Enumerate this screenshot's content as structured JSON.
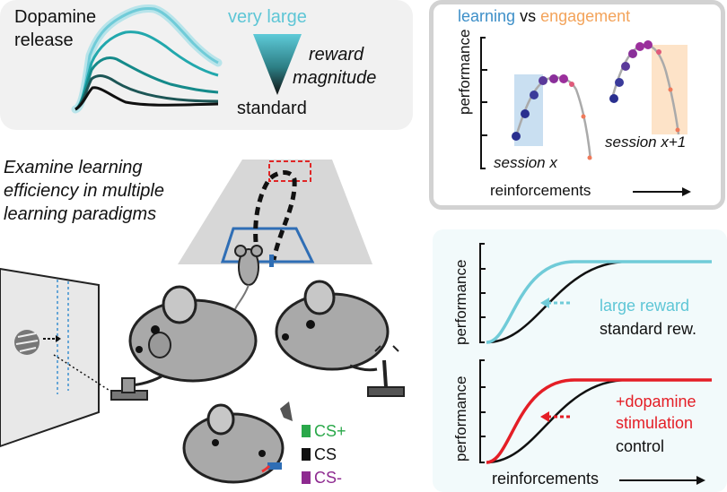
{
  "top_panel": {
    "title_line1": "Dopamine",
    "title_line2": "release",
    "very_large": "very large",
    "standard": "standard",
    "reward": "reward",
    "magnitude": "magnitude"
  },
  "middle": {
    "line1": "Examine learning",
    "line2": "efficiency in multiple",
    "line3": "learning paradigms"
  },
  "cs_legend": {
    "cs_plus": "CS+",
    "cs": "CS",
    "cs_minus": "CS-"
  },
  "learning_panel": {
    "title_learning": "learning",
    "title_vs": "vs",
    "title_engagement": "engagement",
    "ylabel": "performance",
    "xlabel": "reinforcements",
    "session_x": "session x",
    "session_x1": "session x+1"
  },
  "curves_panel": {
    "ylabel_top": "performance",
    "ylabel_bottom": "performance",
    "large_reward": "large reward",
    "standard_rew": "standard rew.",
    "dopamine_stim_1": "+dopamine",
    "dopamine_stim_2": "stimulation",
    "control": "control",
    "xlabel": "reinforcements"
  },
  "colors": {
    "learning_blue": "#3d8fc8",
    "engagement_orange": "#f3a35a",
    "cyan": "#66c8d8",
    "red": "#e41e26",
    "cs_plus_green": "#2aa84a",
    "cs_minus_purple": "#8e2a90"
  }
}
